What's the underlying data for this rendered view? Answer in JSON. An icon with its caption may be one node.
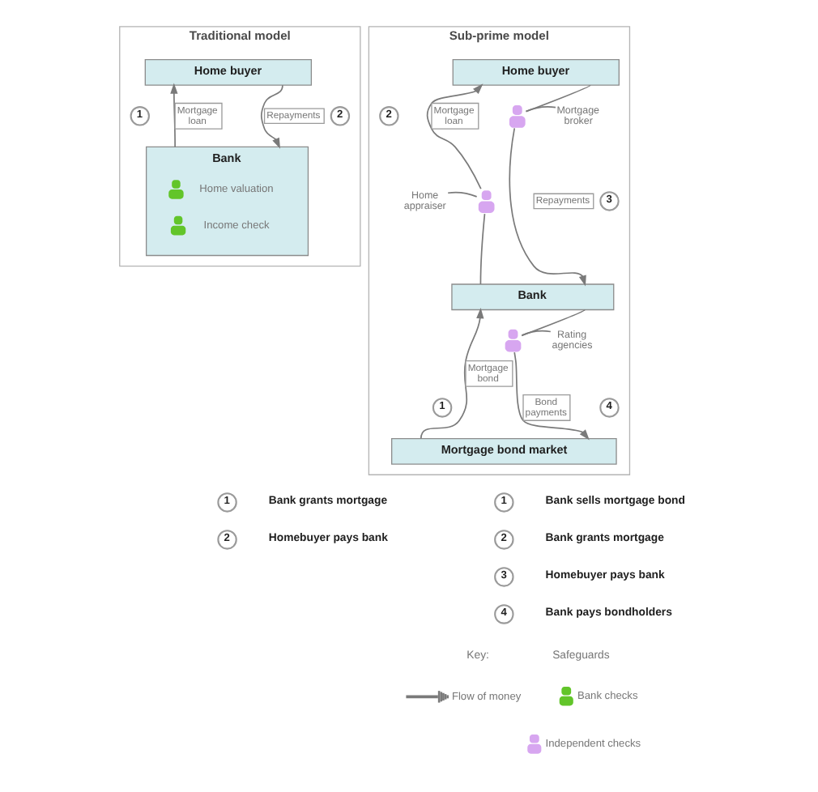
{
  "diagram": {
    "nodes": [
      {
        "text": [
          "Traditional model"
        ]
      },
      {
        "text": [
          "Home buyer"
        ],
        "in": 0
      },
      {
        "text": [
          "Bank",
          "Home valuation",
          "Income check"
        ],
        "in": 0
      },
      {
        "text": [
          "1"
        ],
        "in": 0
      },
      {
        "text": [
          "2"
        ],
        "in": 0
      },
      {
        "text": [
          "Sub-prime model"
        ]
      },
      {
        "text": [
          "Home buyer"
        ],
        "in": 5
      },
      {
        "text": [
          "Mortgage broker"
        ],
        "in": 5
      },
      {
        "text": [],
        "shape": "person",
        "in": 5
      },
      {
        "text": [
          "2"
        ],
        "in": 5
      },
      {
        "text": [
          "3"
        ],
        "in": 5
      },
      {
        "text": [
          "Home appraiser"
        ],
        "in": 5
      },
      {
        "text": [],
        "shape": "person",
        "in": 5
      },
      {
        "text": [
          "Bank"
        ],
        "in": 5
      },
      {
        "text": [
          "Rating agencies"
        ],
        "in": 5
      },
      {
        "text": [],
        "shape": "person",
        "in": 5
      },
      {
        "text": [
          "1"
        ],
        "in": 5
      },
      {
        "text": [
          "4"
        ],
        "in": 5
      },
      {
        "text": [
          "Mortgage bond market"
        ],
        "in": 5
      },
      {
        "text": [
          "1"
        ],
        "beside": [
          "Bank grants mortgage"
        ]
      },
      {
        "text": [
          "2"
        ],
        "beside": [
          "Homebuyer pays bank"
        ]
      },
      {
        "text": [
          "1"
        ],
        "beside": [
          "Bank sells mortgage bond"
        ]
      },
      {
        "text": [
          "2"
        ],
        "beside": [
          "Bank grants mortgage"
        ]
      },
      {
        "text": [
          "3"
        ],
        "beside": [
          "Homebuyer pays bank"
        ]
      },
      {
        "text": [
          "4"
        ],
        "beside": [
          "Bank pays bondholders"
        ]
      }
    ],
    "edges": [
      {
        "from": 2,
        "to": 1,
        "arrow": "to",
        "label": "Mortgage loan"
      },
      {
        "from": 1,
        "to": 2,
        "arrow": "to",
        "label": "Repayments"
      },
      {
        "from": 6,
        "to": 8,
        "arrow": "none"
      },
      {
        "from": 8,
        "to": 13,
        "arrow": "to",
        "label": "Repayments"
      },
      {
        "from": 13,
        "to": 12,
        "arrow": "none"
      },
      {
        "from": 12,
        "to": 6,
        "arrow": "to",
        "label": "Mortgage loan"
      },
      {
        "from": 18,
        "to": 13,
        "arrow": "to",
        "label": "Mortgage bond"
      },
      {
        "from": 13,
        "to": 15,
        "arrow": "none"
      },
      {
        "from": 15,
        "to": 18,
        "arrow": "to",
        "label": "Bond payments"
      },
      {
        "from": 7,
        "to": 8,
        "arrow": "none"
      },
      {
        "from": 11,
        "to": 12,
        "arrow": "none"
      },
      {
        "from": 14,
        "to": 15,
        "arrow": "none"
      }
    ],
    "labels": [
      "Key:",
      "Safeguards"
    ],
    "legend": [
      {
        "text": "Flow of money"
      },
      {
        "text": "Bank checks",
        "color": "#62c52a"
      },
      {
        "text": "Independent checks",
        "color": "#d7a6f0"
      }
    ]
  }
}
